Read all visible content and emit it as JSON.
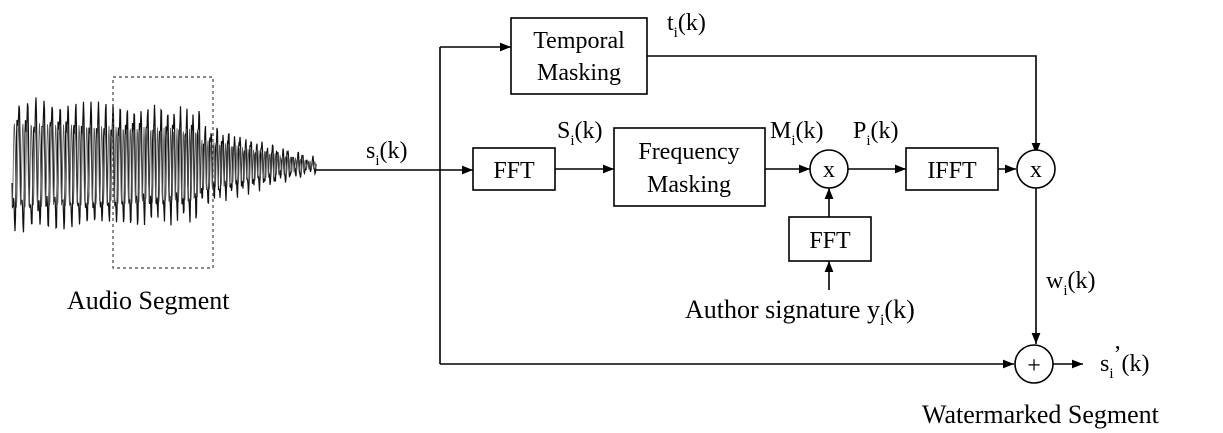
{
  "blocks": {
    "temporal_line1": "Temporal",
    "temporal_line2": "Masking",
    "fft1": "FFT",
    "freq_line1": "Frequency",
    "freq_line2": "Masking",
    "fft2": "FFT",
    "ifft": "IFFT",
    "mult1": "x",
    "mult2": "x",
    "adder": "+"
  },
  "signals": {
    "s": "s",
    "S": "S",
    "t": "t",
    "M": "M",
    "P": "P",
    "w": "w",
    "s_prime": "s",
    "prime": "’",
    "y": "y",
    "sub": "i",
    "arg": "(k)"
  },
  "captions": {
    "audio": "Audio Segment",
    "author_prefix": "Author signature ",
    "watermarked": "Watermarked Segment"
  }
}
